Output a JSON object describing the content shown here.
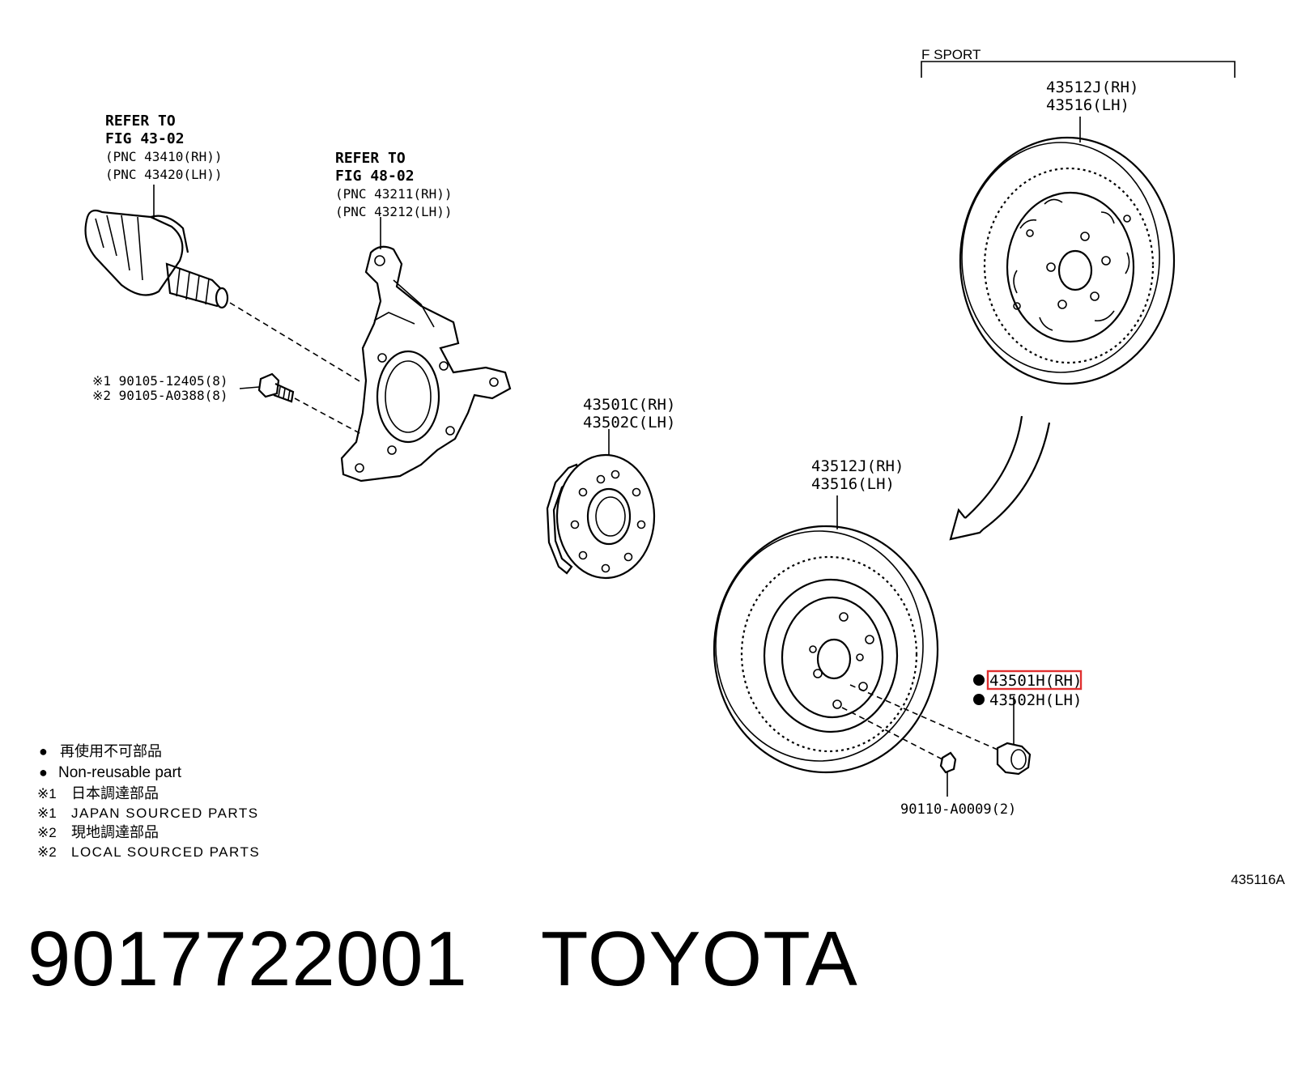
{
  "diagram": {
    "fsport_label": "F SPORT",
    "callouts": {
      "driveshaft": [
        "REFER TO",
        "FIG 43-02",
        "(PNC 43410(RH))",
        "(PNC 43420(LH))"
      ],
      "knuckle": [
        "REFER TO",
        "FIG 48-02",
        "(PNC 43211(RH))",
        "(PNC 43212(LH))"
      ],
      "bolt": [
        "※1 90105-12405(8)",
        "※2 90105-A0388(8)"
      ],
      "hub": [
        "43501C(RH)",
        "43502C(LH)"
      ],
      "disc_fsport": [
        "43512J(RH)",
        "43516(LH)"
      ],
      "disc_std": [
        "43512J(RH)",
        "43516(LH)"
      ],
      "nut_rh": "43501H(RH)",
      "nut_lh": "43502H(LH)",
      "screw": "90110-A0009(2)"
    },
    "highlighted_part": "43501H(RH)",
    "highlight_color": "#e03030",
    "legend": [
      {
        "bullet": "●",
        "text": "再使用不可部品"
      },
      {
        "bullet": "●",
        "text": "Non-reusable part"
      },
      {
        "bullet": "※1",
        "text": "日本調達部品"
      },
      {
        "bullet": "※1",
        "text": "JAPAN SOURCED PARTS"
      },
      {
        "bullet": "※2",
        "text": "現地調達部品"
      },
      {
        "bullet": "※2",
        "text": "LOCAL SOURCED PARTS"
      }
    ],
    "figure_id": "435116A"
  },
  "caption": {
    "part_number": "9017722001",
    "brand": "TOYOTA"
  }
}
